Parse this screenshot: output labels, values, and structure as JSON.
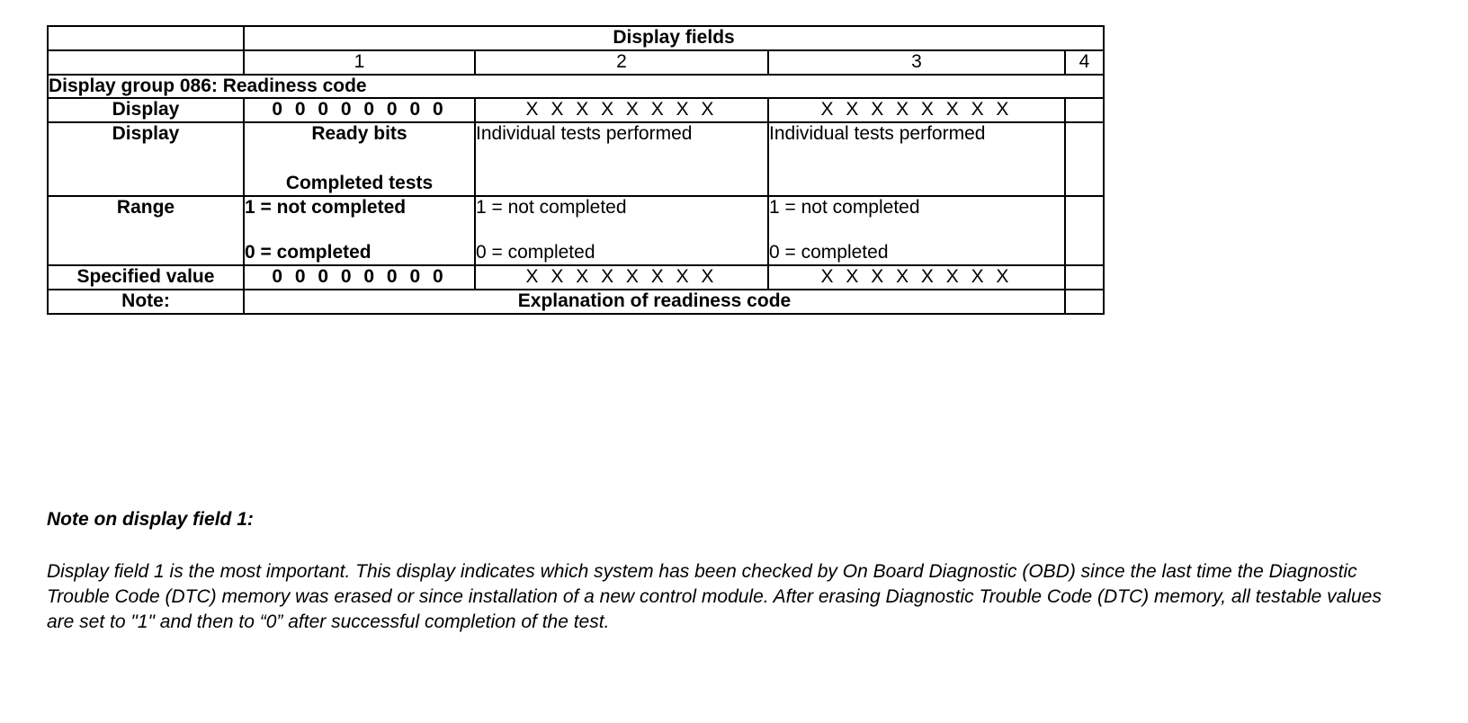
{
  "table": {
    "header": {
      "corner_label": "",
      "fields_title": "Display fields",
      "columns": [
        "1",
        "2",
        "3",
        "4"
      ]
    },
    "group_title": "Display group 086: Readiness code",
    "rows": [
      {
        "label": "Display",
        "field1": "0 0 0 0 0 0 0 0",
        "field2": "X X X X X X X X",
        "field3": "X X X X X X X X",
        "field4": ""
      },
      {
        "label": "Display",
        "field1_line1": "Ready bits",
        "field1_line2": "Completed tests",
        "field2": "Individual tests performed",
        "field3": "Individual tests performed",
        "field4": ""
      },
      {
        "label": "Range",
        "field1_line1": "1 = not completed",
        "field1_line2": "0 = completed",
        "field2_line1": "1 = not completed",
        "field2_line2": "0 = completed",
        "field3_line1": "1 = not completed",
        "field3_line2": "0 = completed",
        "field4": ""
      },
      {
        "label": "Specified value",
        "field1": "0 0 0 0 0 0 0 0",
        "field2": "X X X X X X X X",
        "field3": "X X X X X X X X",
        "field4": ""
      },
      {
        "label": "Note:",
        "spanned_value": "Explanation of readiness code",
        "field4": ""
      }
    ]
  },
  "note": {
    "heading": "Note on display field 1:",
    "body": "Display field 1 is the most important. This display indicates which system has been checked by On Board Diagnostic (OBD) since the last time the Diagnostic Trouble Code (DTC) memory was erased or since installation of a new control module. After erasing Diagnostic Trouble Code (DTC) memory, all testable values are set to \"1\" and then to “0” after successful completion of the test."
  }
}
